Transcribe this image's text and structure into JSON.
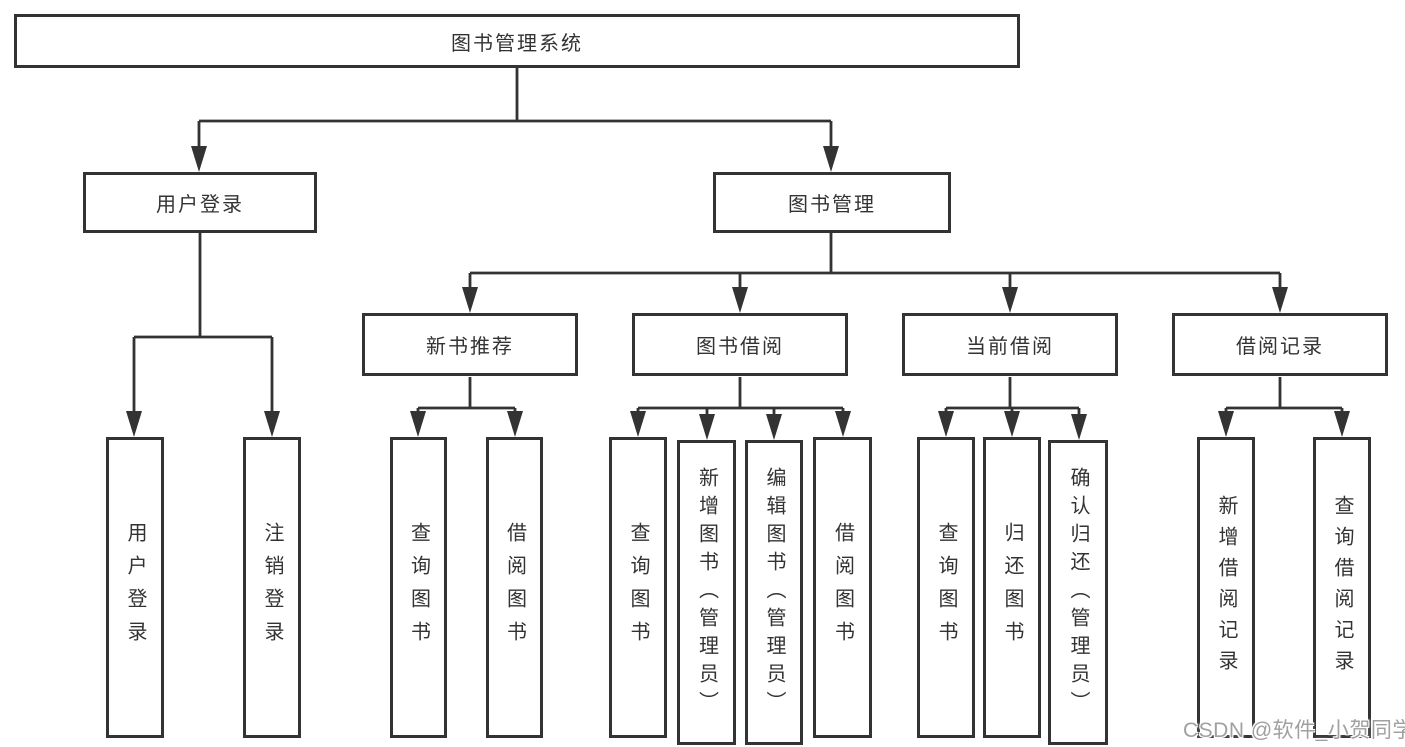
{
  "diagram": {
    "type": "hierarchy-chart",
    "nodes": {
      "root": {
        "label": "图书管理系统"
      },
      "user_login": {
        "label": "用户登录"
      },
      "book_mgmt": {
        "label": "图书管理"
      },
      "new_book_rec": {
        "label": "新书推荐"
      },
      "book_borrow": {
        "label": "图书借阅"
      },
      "current_borrow": {
        "label": "当前借阅"
      },
      "borrow_record": {
        "label": "借阅记录"
      },
      "leaf_user_login": {
        "label": "用户登录"
      },
      "leaf_logout": {
        "label": "注销登录"
      },
      "leaf_nb_query": {
        "label": "查询图书"
      },
      "leaf_nb_borrow": {
        "label": "借阅图书"
      },
      "leaf_bb_query": {
        "label": "查询图书"
      },
      "leaf_bb_add": {
        "label": "新增图书（管理员）"
      },
      "leaf_bb_edit": {
        "label": "编辑图书（管理员）"
      },
      "leaf_bb_borrow": {
        "label": "借阅图书"
      },
      "leaf_cb_query": {
        "label": "查询图书"
      },
      "leaf_cb_return": {
        "label": "归还图书"
      },
      "leaf_cb_confirm": {
        "label": "确认归还（管理员）"
      },
      "leaf_br_add": {
        "label": "新增借阅记录"
      },
      "leaf_br_query": {
        "label": "查询借阅记录"
      }
    },
    "hierarchy": {
      "图书管理系统": [
        "用户登录",
        "图书管理"
      ],
      "用户登录": [
        "用户登录",
        "注销登录"
      ],
      "图书管理": [
        "新书推荐",
        "图书借阅",
        "当前借阅",
        "借阅记录"
      ],
      "新书推荐": [
        "查询图书",
        "借阅图书"
      ],
      "图书借阅": [
        "查询图书",
        "新增图书（管理员）",
        "编辑图书（管理员）",
        "借阅图书"
      ],
      "当前借阅": [
        "查询图书",
        "归还图书",
        "确认归还（管理员）"
      ],
      "借阅记录": [
        "新增借阅记录",
        "查询借阅记录"
      ]
    },
    "colors": {
      "line": "#333333",
      "box_border": "#333333",
      "text": "#333333",
      "background": "#ffffff",
      "watermark": "#a0a0a0"
    }
  },
  "watermark": {
    "text": "CSDN @软件_小贺同学"
  }
}
